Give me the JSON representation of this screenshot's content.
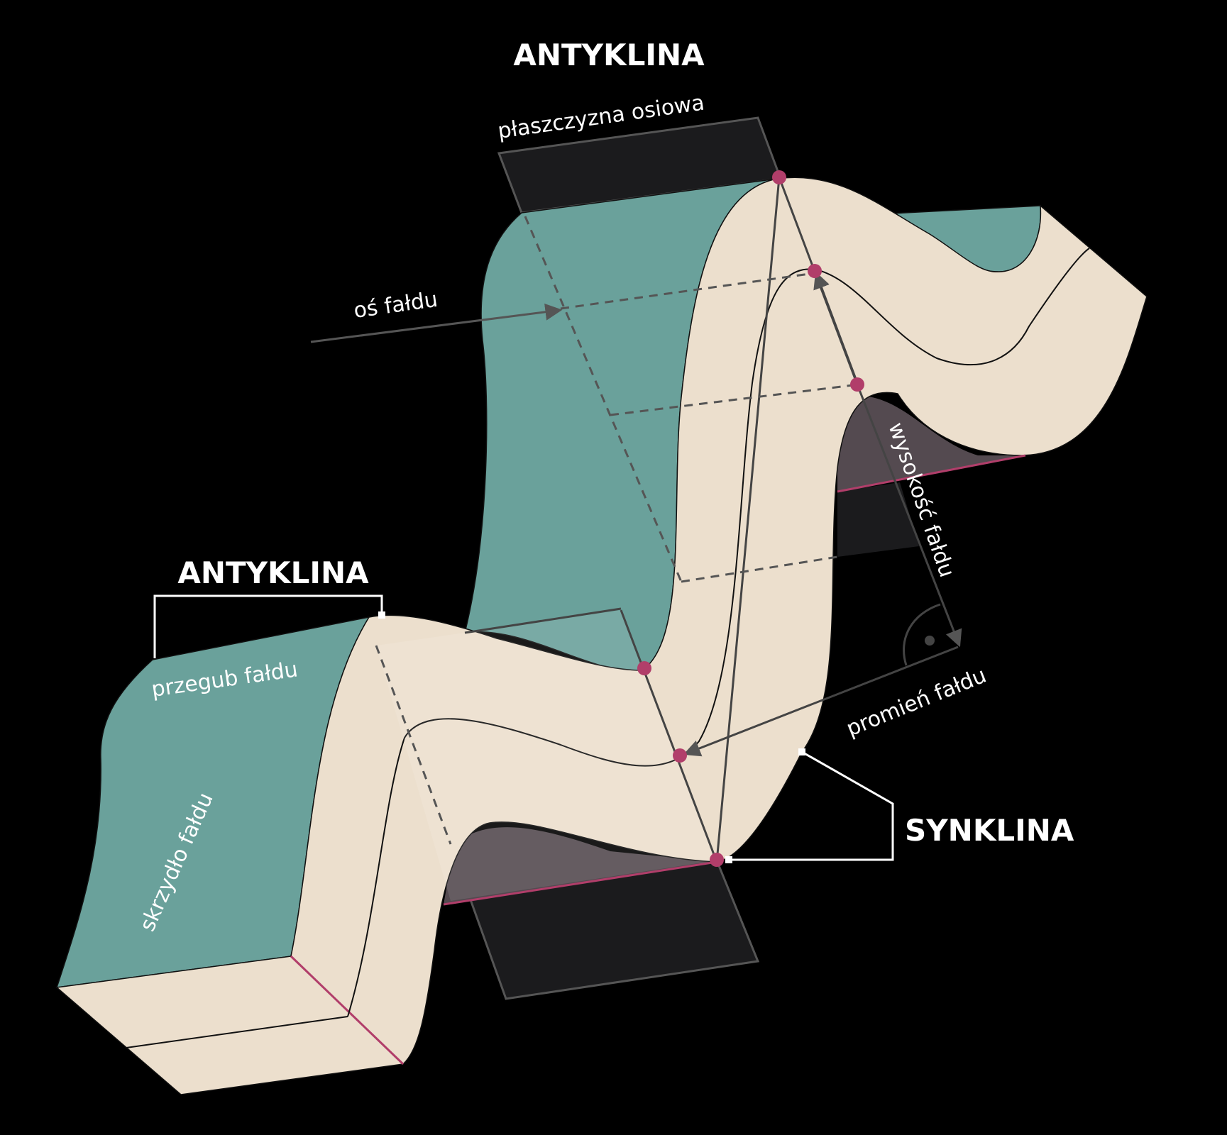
{
  "labels": {
    "antyklina_top": "ANTYKLINA",
    "plaszczyzna_osiowa": "płaszczyzna osiowa",
    "os_faldu": "oś fałdu",
    "wysokosc_faldu": "wysokość fałdu",
    "antyklina_left": "ANTYKLINA",
    "przegub_faldu": "przegub fałdu",
    "promien_faldu": "promień fałdu",
    "skrzydlo_faldu": "skrzydło fałdu",
    "synklina": "SYNKLINA"
  },
  "colors": {
    "background": "#000000",
    "top_surface": "#6aa19b",
    "rock_layer": "#ecdfcd",
    "axial_plane": "#1b1b1d",
    "trough_shadow": "#544a50",
    "marker": "#b13e6a",
    "guide_line": "#555555",
    "callout": "#ffffff"
  }
}
